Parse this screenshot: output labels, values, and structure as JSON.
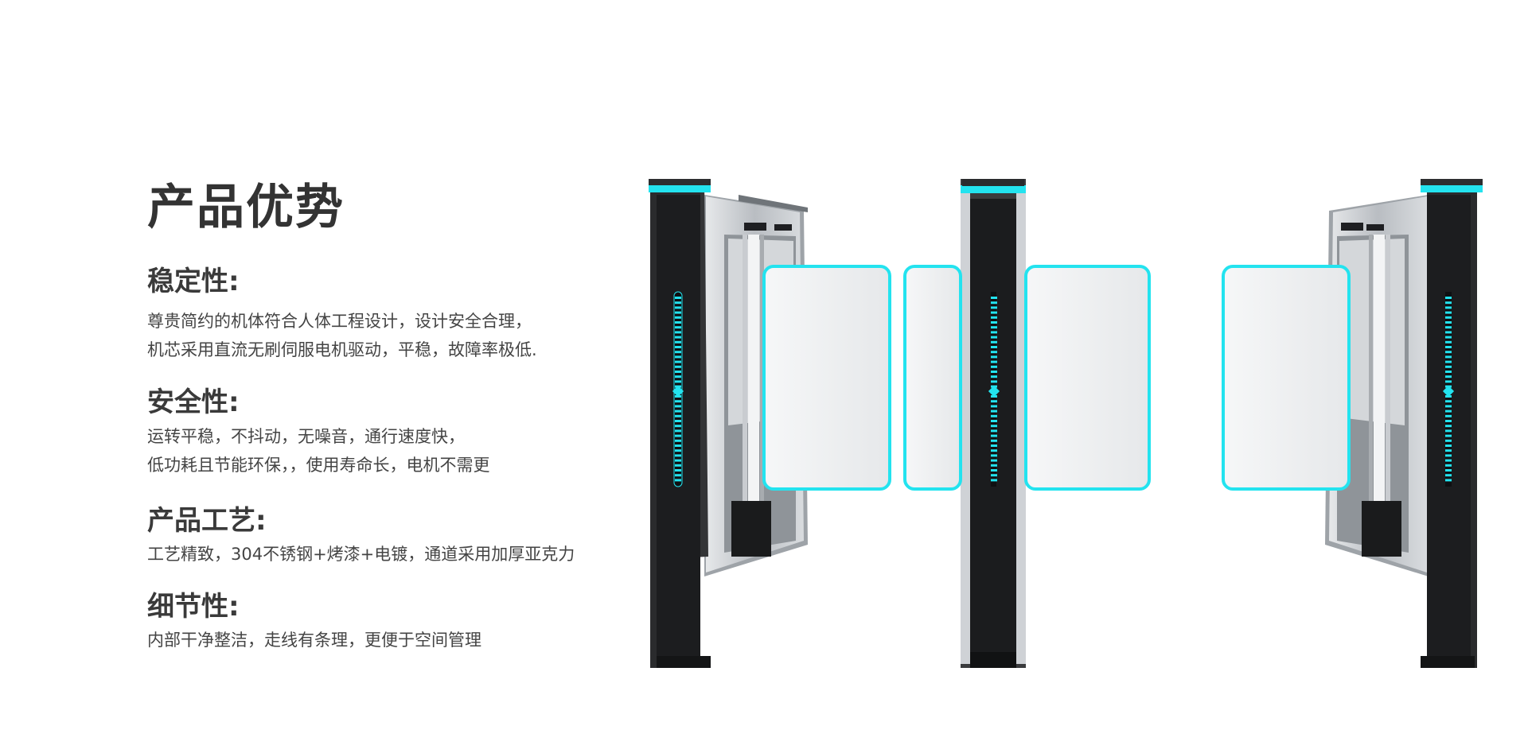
{
  "page": {
    "title": "产品优势",
    "sections": [
      {
        "heading": "稳定性:",
        "lines": [
          "尊贵简约的机体符合人体工程设计，设计安全合理，",
          "机芯采用直流无刷伺服电机驱动，平稳，故障率极低."
        ]
      },
      {
        "heading": "安全性:",
        "lines": [
          "运转平稳，不抖动，无噪音，通行速度快，",
          "低功耗且节能环保，，使用寿命长，电机不需更"
        ]
      },
      {
        "heading": "产品工艺:",
        "lines": [
          "工艺精致，304不锈钢+烤漆+电镀，通道采用加厚亚克力"
        ]
      },
      {
        "heading": "细节性:",
        "lines": [
          "内部干净整洁，走线有条理，更便于空间管理"
        ]
      }
    ]
  },
  "product": {
    "icon": "speed-gate-turnstile-icon",
    "colors": {
      "accent": "#23e3ef",
      "frame": "#c2c6cb",
      "panel": "#1e1f21",
      "glass": "#eef0f1"
    }
  }
}
